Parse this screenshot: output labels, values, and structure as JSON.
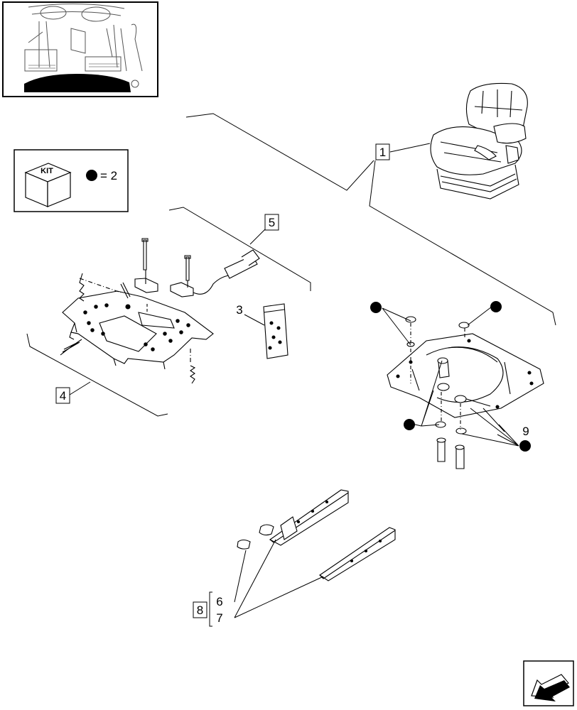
{
  "kit_legend": {
    "kit_label": "KIT",
    "equals_text": "= 2"
  },
  "callouts": {
    "c1": "1",
    "c3": "3",
    "c4": "4",
    "c5": "5",
    "c6": "6",
    "c7": "7",
    "c8": "8",
    "c9": "9"
  },
  "icons": {
    "thumbnail": "tractor-cab-seat-thumbnail",
    "nav": "next-page-arrow-icon"
  }
}
